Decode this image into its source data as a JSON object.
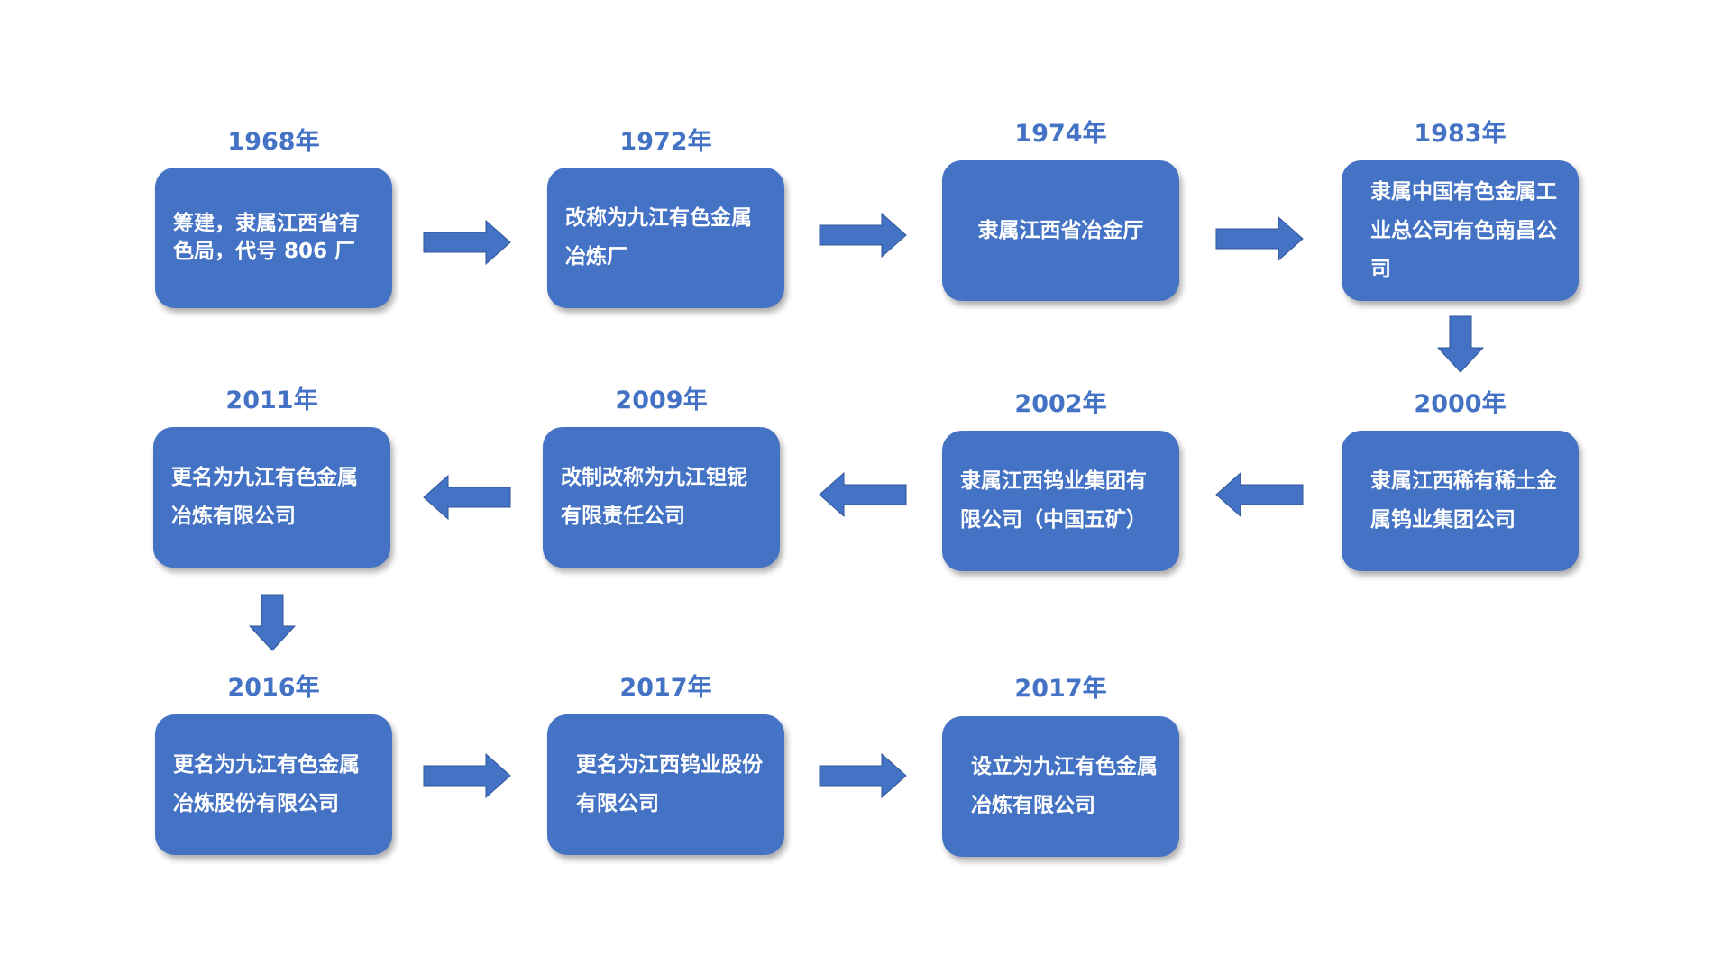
{
  "colors": {
    "accent": "#4472C4",
    "box_text": "#FFFFFF",
    "background": "#FFFFFF"
  },
  "nodes": [
    {
      "year": "1968年",
      "text": "筹建，隶属江西省有色局，代号 806 厂"
    },
    {
      "year": "1972年",
      "text": "改称为九江有色金属冶炼厂"
    },
    {
      "year": "1974年",
      "text": "隶属江西省冶金厅"
    },
    {
      "year": "1983年",
      "text": "隶属中国有色金属工业总公司有色南昌公司"
    },
    {
      "year": "2000年",
      "text": "隶属江西稀有稀土金属钨业集团公司"
    },
    {
      "year": "2002年",
      "text": "隶属江西钨业集团有限公司（中国五矿）"
    },
    {
      "year": "2009年",
      "text": "改制改称为九江钽铌有限责任公司"
    },
    {
      "year": "2011年",
      "text": "更名为九江有色金属冶炼有限公司"
    },
    {
      "year": "2016年",
      "text": "更名为九江有色金属冶炼股份有限公司"
    },
    {
      "year": "2017年",
      "text": "更名为江西钨业股份有限公司"
    },
    {
      "year": "2017年",
      "text": "设立为九江有色金属冶炼有限公司"
    }
  ],
  "arrow_icon": "block-arrow-icon"
}
